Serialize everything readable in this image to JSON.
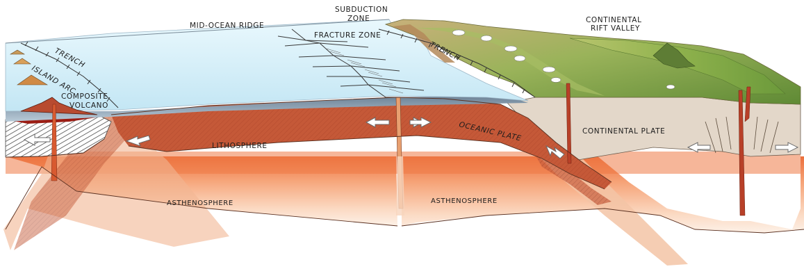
{
  "labels": {
    "subduction_zone_line1": "SUBDUCTION",
    "subduction_zone_line2": "ZONE",
    "mid_ocean_ridge": "MID-OCEAN RIDGE",
    "continental_rift_valley_line1": "CONTINENTAL",
    "continental_rift_valley_line2": "RIFT VALLEY",
    "fracture_zone": "FRACTURE ZONE",
    "trench_left": "TRENCH",
    "trench_right": "TRENCH",
    "island_arc": "ISLAND ARC",
    "composite_volcano_line1": "COMPOSITE",
    "composite_volcano_line2": "VOLCANO",
    "oceanic_plate": "OCEANIC PLATE",
    "lithosphere": "LITHOSPHERE",
    "continental_plate": "CONTINENTAL PLATE",
    "asthenosphere_left": "ASTHENOSPHERE",
    "asthenosphere_right": "ASTHENOSPHERE"
  },
  "colors": {
    "ocean_surface": "#d6f0fb",
    "ocean_edge": "#9fb9c9",
    "sea_band": "#7f93a6",
    "lithosphere": "#c65a3a",
    "asthenosphere_top": "#f08850",
    "asthenosphere_bottom": "#fce6d6",
    "continental_plate": "#e2d6c8",
    "land_green": "#86a94e",
    "land_tan": "#c9b27a",
    "magma": "#a0281e",
    "arrow_fill": "#ffffff"
  }
}
